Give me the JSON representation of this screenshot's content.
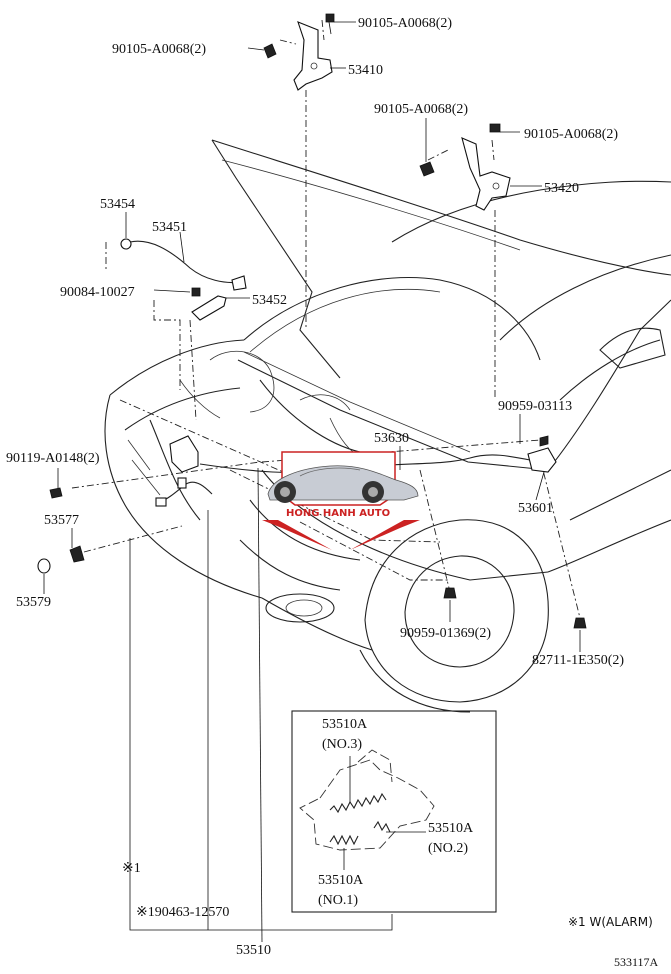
{
  "labels": {
    "bolt_top_right": "90105-A0068(2)",
    "bolt_top_left": "90105-A0068(2)",
    "hinge_lh": "53410",
    "bolt_mid_left": "90105-A0068(2)",
    "bolt_mid_right": "90105-A0068(2)",
    "hinge_rh": "53420",
    "p53454": "53454",
    "p53451": "53451",
    "clip_90084": "90084-10027",
    "p53452": "53452",
    "bolt_90959_03113": "90959-03113",
    "p53630": "53630",
    "bolt_90119": "90119-A0148(2)",
    "p53577": "53577",
    "p53601": "53601",
    "p53579": "53579",
    "bolt_90959_01369": "90959-01369(2)",
    "bolt_82711": "82711-1E350(2)",
    "spring_no3_code": "53510A",
    "spring_no3_tag": "(NO.3)",
    "spring_no2_code": "53510A",
    "spring_no2_tag": "(NO.2)",
    "spring_no1_code": "53510A",
    "spring_no1_tag": "(NO.1)",
    "note_mark": "※1",
    "wire_note": "※190463-12570",
    "p53510": "53510",
    "footnote": "※1 W(ALARM)",
    "figure_code": "533117A"
  },
  "watermark": {
    "text": "HONG HANH AUTO",
    "color": "#cc2222"
  }
}
